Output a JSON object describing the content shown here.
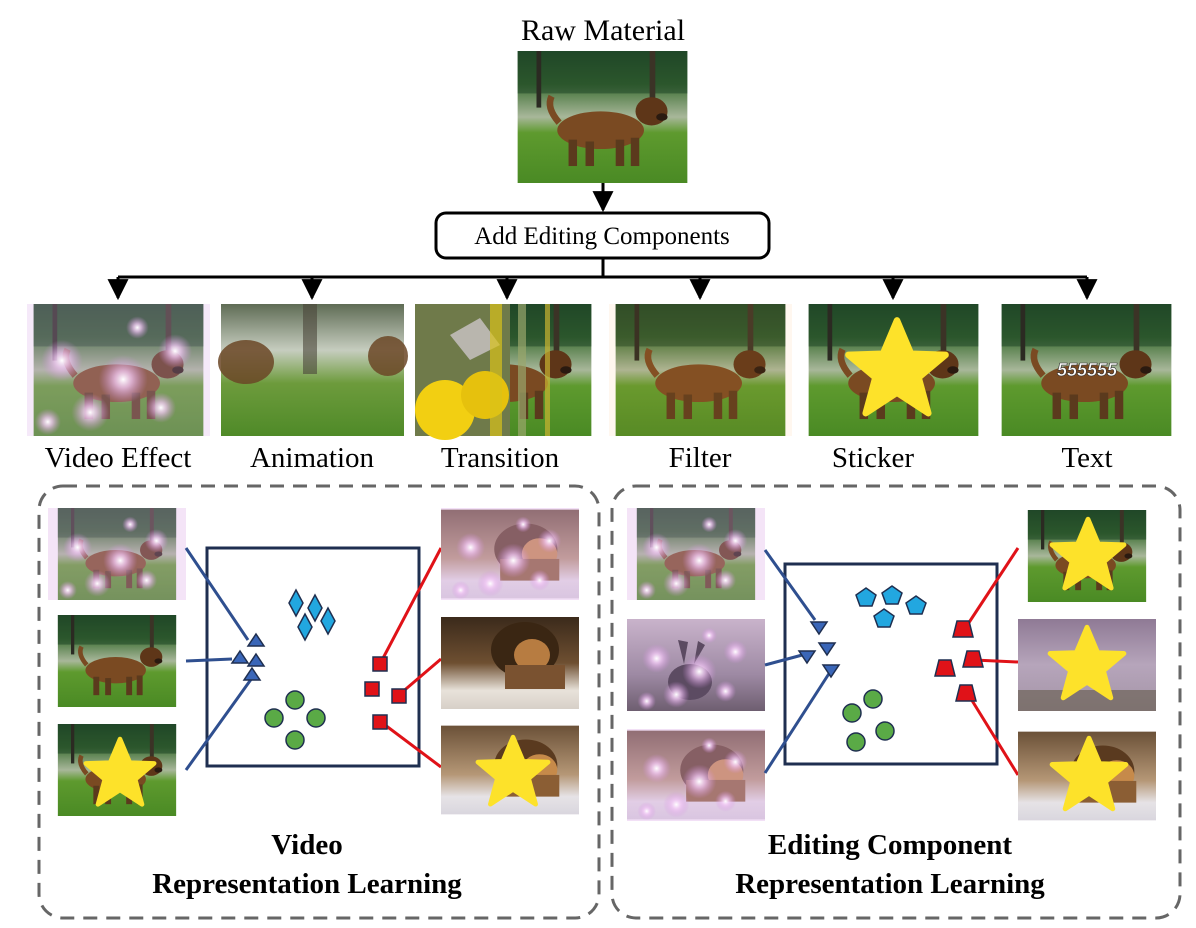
{
  "top": {
    "title": "Raw Material",
    "add_box_label": "Add Editing Components"
  },
  "components": [
    {
      "label": "Video Effect"
    },
    {
      "label": "Animation"
    },
    {
      "label": "Transition"
    },
    {
      "label": "Filter"
    },
    {
      "label": "Sticker"
    },
    {
      "label": "Text",
      "overlay_text": "555555"
    }
  ],
  "panels": {
    "left": {
      "line1": "Video",
      "line2": "Representation Learning"
    },
    "right": {
      "line1": "Editing Component",
      "line2": "Representation Learning"
    }
  },
  "colors": {
    "navy": "#1f2f50",
    "blue_marker": "#3a66b8",
    "cyan_marker": "#22a7e0",
    "green_marker": "#5aaa46",
    "red_marker": "#e01218",
    "sticker_yellow": "#fde22a",
    "dashed_border": "#666666"
  },
  "icons": {
    "sticker": "star-sticker-icon",
    "effect": "sparkle-glow",
    "transition": "butterfly-on-yellow-flower"
  }
}
